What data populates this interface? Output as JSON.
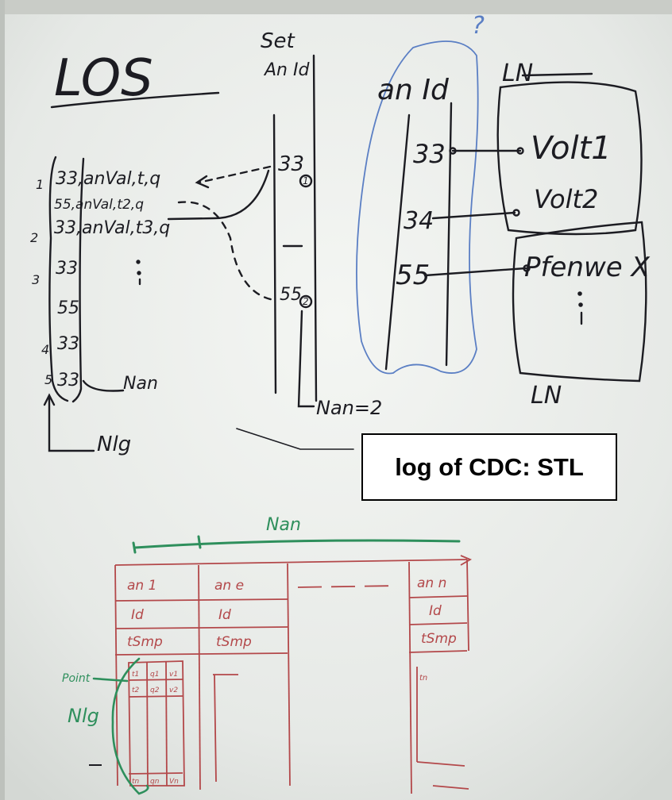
{
  "colors": {
    "board": "#eceeeb",
    "ink_black": "#1c1c22",
    "ink_blue": "#5b7fc4",
    "ink_red": "#b3484a",
    "ink_green": "#2e8f5c",
    "callout_bg": "#ffffff"
  },
  "callout": {
    "text": "log of CDC: STL"
  },
  "sketch": {
    "title": "LOS",
    "set_header": "Set",
    "set_header2": "An Id",
    "question": "?",
    "an_id_header": "an Id",
    "ln_top": "LN",
    "ln_bottom": "LN",
    "log_rows": [
      "33,anVal,t,q",
      "55,anVal,t2,q",
      "33,anVal,t3,q",
      "33",
      "55",
      "33",
      "33"
    ],
    "log_indices": [
      "1",
      "2",
      "3",
      "4",
      "5"
    ],
    "set_values": [
      "33",
      "55"
    ],
    "set_marks": [
      "1",
      "2"
    ],
    "nan_note": "Nan=2",
    "nan_arrow": "Nan",
    "nlg_label": "Nlg",
    "an_ids": [
      "33",
      "34",
      "55"
    ],
    "ln_items": [
      "Volt1",
      "Volt2",
      "Pfenwe X"
    ],
    "table_header_label": "Nan",
    "table_columns": [
      "an 1",
      "an e",
      "an n"
    ],
    "table_rows": [
      [
        "Id",
        "Id",
        "Id"
      ],
      [
        "tSmp",
        "tSmp",
        "tSmp"
      ]
    ],
    "inner_grid": [
      [
        "t1",
        "q1",
        "v1"
      ],
      [
        "t2",
        "q2",
        "v2"
      ],
      [
        "tn",
        "qn",
        "Vn"
      ]
    ],
    "pointer_label": "Point",
    "nlg_table_label": "Nlg",
    "tn_label": "tn"
  }
}
